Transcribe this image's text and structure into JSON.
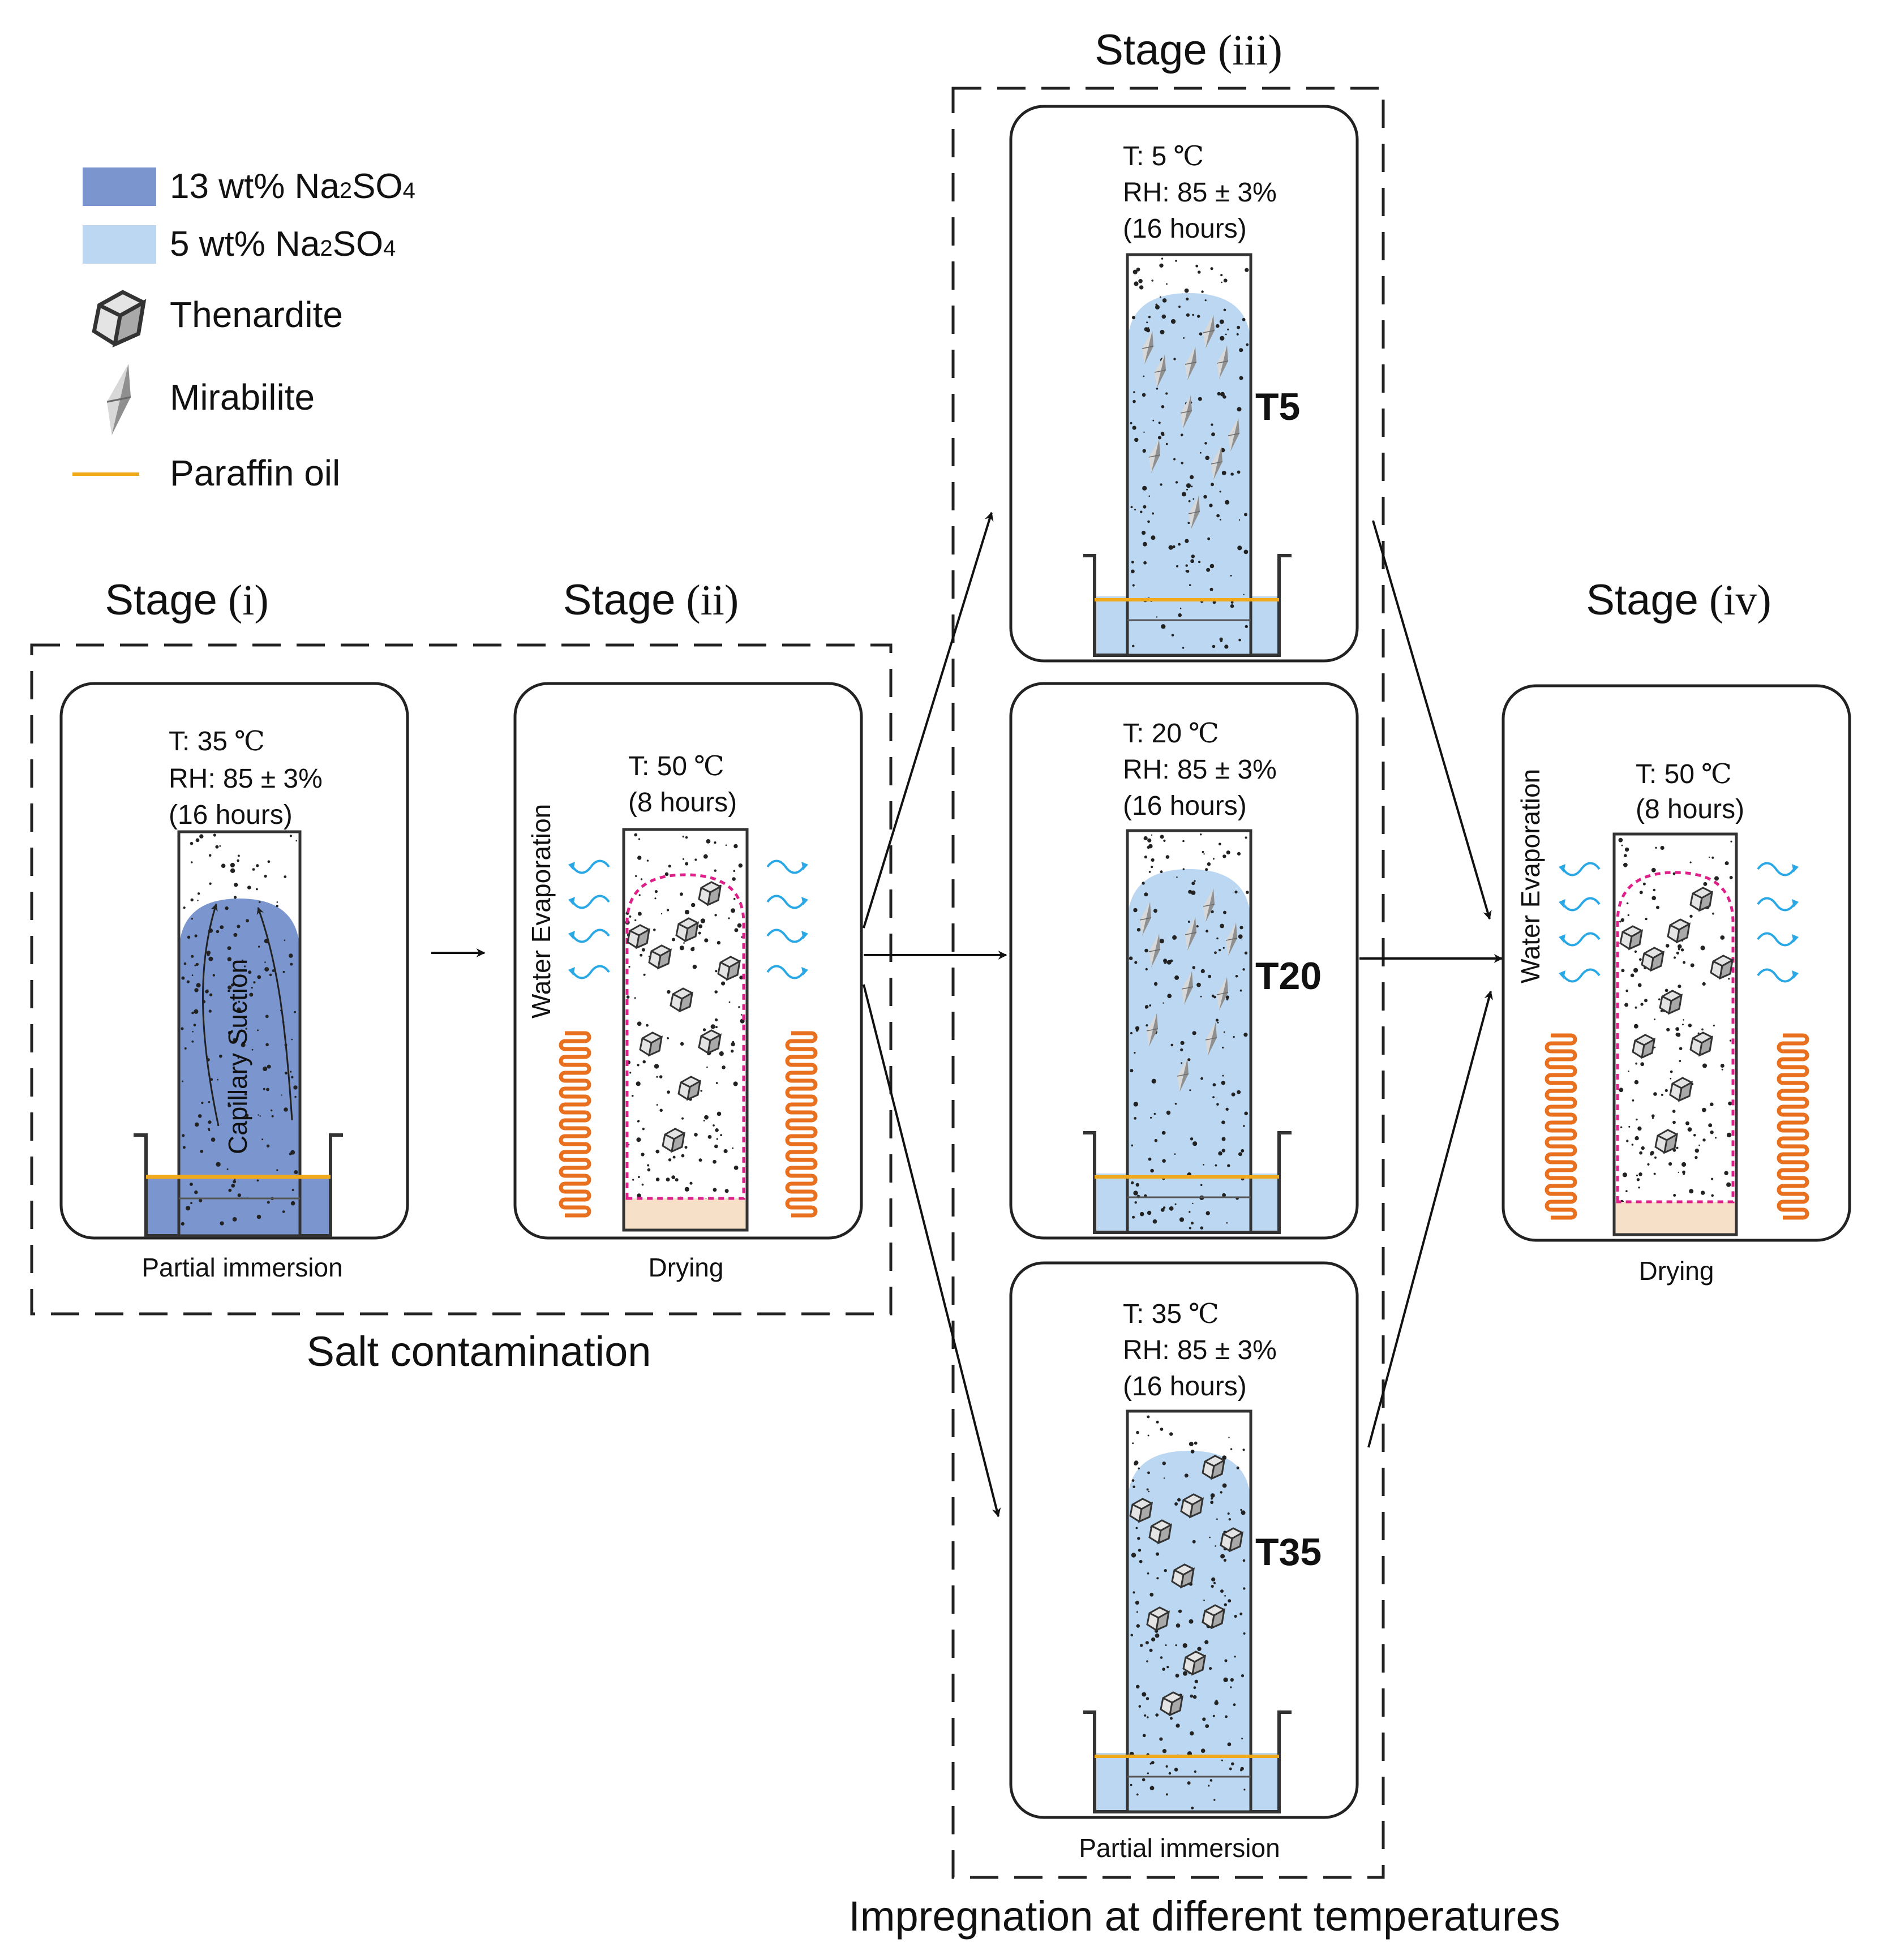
{
  "colors": {
    "solution_13": "#7b96cf",
    "solution_5": "#bcd7f1",
    "paraffin": "#f0a81c",
    "heater": "#e8701f",
    "drying_line": "#e0208a",
    "evaporation": "#2aa8e6",
    "stroke": "#222222",
    "crust": "#f6e0c8"
  },
  "legend": {
    "solution_13": {
      "text": "13 wt% Na",
      "sub1": "2",
      "mid": "SO",
      "sub2": "4"
    },
    "solution_5": {
      "text": "5 wt% Na",
      "sub1": "2",
      "mid": "SO",
      "sub2": "4"
    },
    "thenardite": "Thenardite",
    "mirabilite": "Mirabilite",
    "paraffin": "Paraffin oil"
  },
  "stages": {
    "i": {
      "word": "Stage",
      "roman": "(i)"
    },
    "ii": {
      "word": "Stage",
      "roman": "(ii)"
    },
    "iii": {
      "word": "Stage",
      "roman": "(iii)"
    },
    "iv": {
      "word": "Stage",
      "roman": "(iv)"
    }
  },
  "stage_i": {
    "temp": "T: 35",
    "unit": "℃",
    "rh": "RH: 85 ± 3%",
    "duration": "(16 hours)",
    "suction": "Capillary Suction",
    "caption": "Partial immersion"
  },
  "stage_ii": {
    "temp": "T: 50",
    "unit": "℃",
    "duration": "(8 hours)",
    "evaporation": "Water Evaporation",
    "caption": "Drying"
  },
  "stage_iii": {
    "t5": {
      "temp": "T: 5",
      "unit": "℃",
      "rh": "RH: 85 ± 3%",
      "duration": "(16 hours)",
      "tag": "T5"
    },
    "t20": {
      "temp": "T: 20",
      "unit": "℃",
      "rh": "RH: 85 ± 3%",
      "duration": "(16 hours)",
      "tag": "T20"
    },
    "t35": {
      "temp": "T: 35",
      "unit": "℃",
      "rh": "RH: 85 ± 3%",
      "duration": "(16 hours)",
      "tag": "T35"
    },
    "caption": "Partial immersion"
  },
  "stage_iv": {
    "temp": "T: 50",
    "unit": "℃",
    "duration": "(8 hours)",
    "evaporation": "Water Evaporation",
    "caption": "Drying"
  },
  "group_labels": {
    "salt_contamination": "Salt contamination",
    "impregnation": "Impregnation at different temperatures"
  },
  "icons": {
    "thenardite": "thenardite-crystal-icon",
    "mirabilite": "mirabilite-crystal-icon",
    "heater": "heater-coil-icon",
    "evaporation": "evaporation-wave-icon"
  }
}
